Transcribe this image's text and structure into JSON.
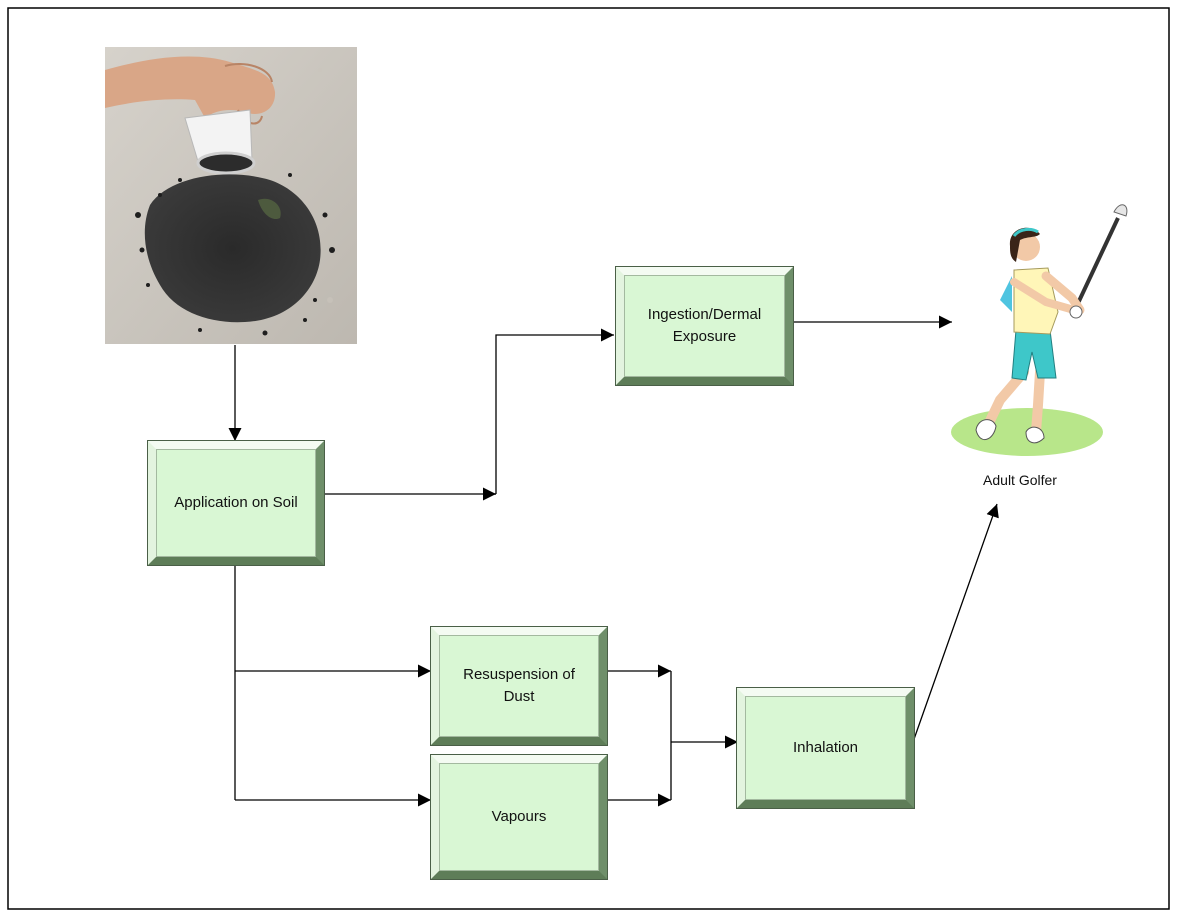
{
  "diagram": {
    "nodes": {
      "application": "Application on Soil",
      "ingestion_line1": "Ingestion/Dermal",
      "ingestion_line2": "Exposure",
      "resuspension_line1": "Resuspension of",
      "resuspension_line2": "Dust",
      "vapours": "Vapours",
      "inhalation": "Inhalation"
    },
    "receptor": {
      "label": "Adult Golfer",
      "image": "golfer-illustration"
    },
    "source_image": "soil-granules-photo",
    "colors": {
      "box_fill": "#d9f7d4",
      "arrow": "#000000",
      "grass": "#b8e68a"
    },
    "edges": [
      {
        "from": "source-photo",
        "to": "application"
      },
      {
        "from": "application",
        "to": "ingestion"
      },
      {
        "from": "ingestion",
        "to": "receptor"
      },
      {
        "from": "application",
        "to": "resuspension"
      },
      {
        "from": "application",
        "to": "vapours"
      },
      {
        "from": "resuspension",
        "to": "inhalation"
      },
      {
        "from": "vapours",
        "to": "inhalation"
      },
      {
        "from": "inhalation",
        "to": "receptor"
      }
    ]
  }
}
